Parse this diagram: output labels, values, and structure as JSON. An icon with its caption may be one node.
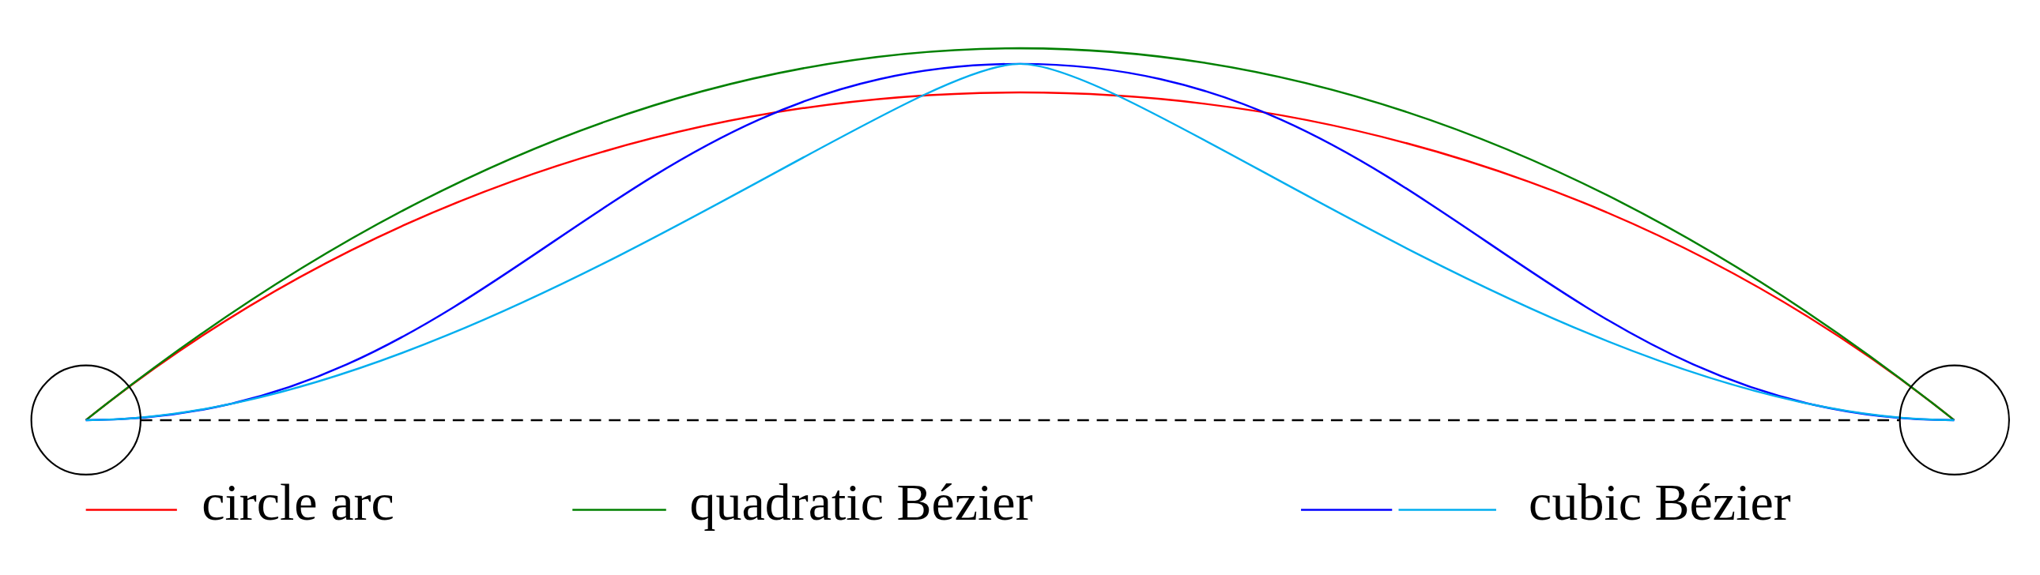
{
  "diagram": {
    "nodes": [
      {
        "text": [],
        "shape": "circle"
      },
      {
        "text": [],
        "shape": "circle"
      }
    ],
    "edges": [
      {
        "from": 0,
        "to": 1,
        "arrow": "none",
        "style": "dashed"
      },
      {
        "from": 0,
        "to": 1,
        "arrow": "none",
        "color": "#ff0000"
      },
      {
        "from": 0,
        "to": 1,
        "arrow": "none",
        "color": "#008000"
      },
      {
        "from": 0,
        "to": 1,
        "arrow": "none",
        "color": "#0000ff"
      },
      {
        "from": 0,
        "to": 1,
        "arrow": "none",
        "color": "#00aeef"
      }
    ],
    "legend": [
      {
        "text": "circle arc"
      },
      {
        "text": "quadratic Bézier"
      },
      {
        "text": "cubic Bézier"
      }
    ]
  }
}
